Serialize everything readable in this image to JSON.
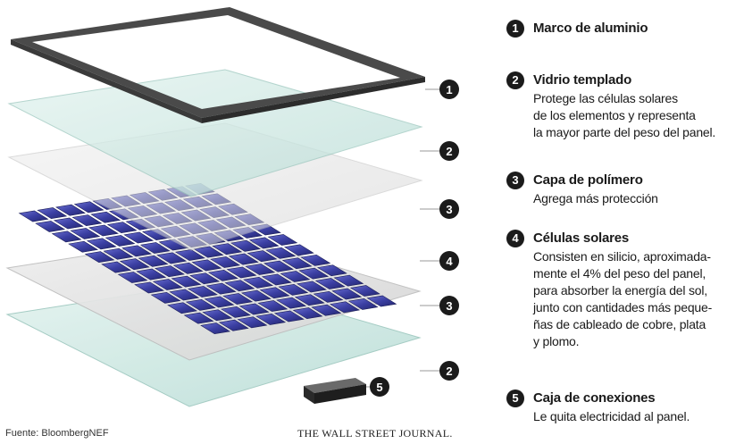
{
  "layers_diagram": {
    "callouts": [
      "1",
      "2",
      "3",
      "4",
      "3",
      "2",
      "5"
    ]
  },
  "legend": [
    {
      "number": "1",
      "title": "Marco de aluminio",
      "desc": ""
    },
    {
      "number": "2",
      "title": "Vidrio templado",
      "desc": "Protege las células solares\nde los elementos y representa\nla mayor parte del peso del panel."
    },
    {
      "number": "3",
      "title": "Capa de polímero",
      "desc": "Agrega más protección"
    },
    {
      "number": "4",
      "title": "Células solares",
      "desc": "Consisten en silicio, aproximada-\nmente el 4% del peso del panel,\npara absorber la energía del sol,\njunto con cantidades más peque-\nñas de cableado de cobre, plata\ny plomo."
    },
    {
      "number": "5",
      "title": "Caja de conexiones",
      "desc": "Le quita electricidad al panel."
    }
  ],
  "footer": {
    "source": "Fuente: BloombergNEF",
    "publisher": "THE WALL STREET JOURNAL."
  },
  "colors": {
    "frame": "#4a4a4a",
    "glass": "#cfe8e3",
    "polymer": "#e2e2e2",
    "cell": "#3a3d9c",
    "badge": "#1b1b1b"
  }
}
